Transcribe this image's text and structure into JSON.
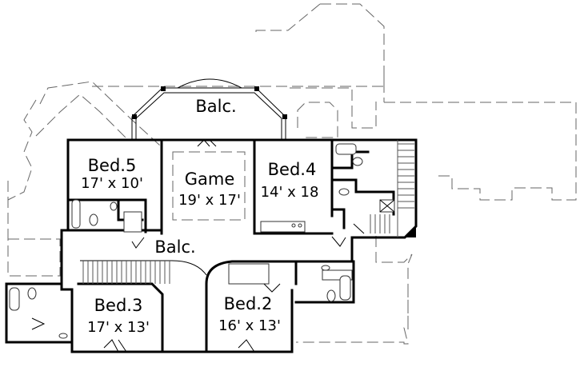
{
  "floor_plan": {
    "rooms": [
      {
        "id": "balcony-top",
        "name": "Balc.",
        "dimensions": ""
      },
      {
        "id": "bed5",
        "name": "Bed.5",
        "dimensions": "17' x 10'"
      },
      {
        "id": "game",
        "name": "Game",
        "dimensions": "19' x 17'"
      },
      {
        "id": "bed4",
        "name": "Bed.4",
        "dimensions": "14' x 18"
      },
      {
        "id": "balcony-mid",
        "name": "Balc.",
        "dimensions": ""
      },
      {
        "id": "bed3",
        "name": "Bed.3",
        "dimensions": "17' x 13'"
      },
      {
        "id": "bed2",
        "name": "Bed.2",
        "dimensions": "16' x 13'"
      }
    ],
    "colors": {
      "wall": "#000000",
      "outline": "#666666",
      "background": "#ffffff"
    }
  }
}
